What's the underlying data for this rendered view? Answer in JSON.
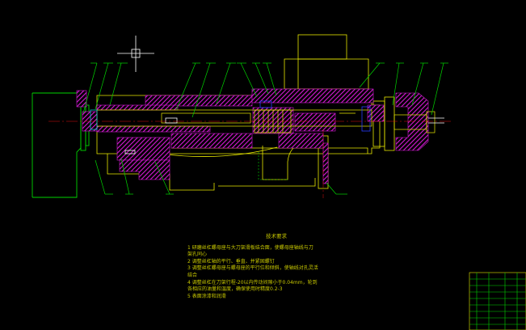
{
  "drawing": {
    "colors": {
      "background": "#000000",
      "outline": "#e8e800",
      "hatch": "#d61ad6",
      "green": "#00d400",
      "white": "#ffffff",
      "red": "#e01010",
      "blue": "#2a3cff",
      "cyan": "#00c8c8"
    },
    "crosshair_icon": "crosshair-cursor-icon"
  },
  "notes": {
    "title": "技术要求",
    "lines": [
      "1 研磨丝杠螺母座与大刀架滑板结合面，使螺母座轴线与刀",
      "架孔同心",
      "2 调整丝杠轴的平行、垂直、并紧固螺钉",
      "3 调整丝杠螺母座与螺母座的平行位和倾斜，使轴线对孔灵活",
      "结合",
      "4 调整丝杠在刀架行程-20以内传动间隙小于0.04mm，轮到",
      "各相应的油量和温度，确保使用时精度0.2-3",
      "5 表面涂漆和润滑"
    ]
  },
  "title_block": {
    "rows": 9
  }
}
